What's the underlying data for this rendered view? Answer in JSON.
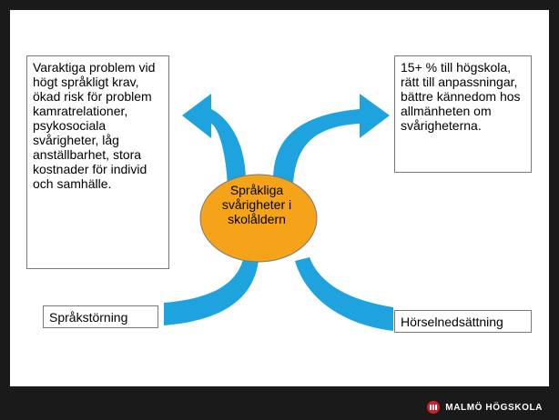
{
  "center": {
    "label": "Språkliga svårigheter i skolåldern"
  },
  "boxes": {
    "top_left": "Varaktiga problem vid högt språkligt krav, ökad risk för problem kamratrelationer, psykosociala svårigheter, låg anställbarhet, stora kostnader för individ och samhälle.",
    "top_right": "15+ % till högskola, rätt till anpassningar, bättre kännedom hos allmänheten om svårigheterna.",
    "bottom_left": "Språkstörning",
    "bottom_right": "Hörselnedsättning"
  },
  "footer": {
    "logo_text": "MALMÖ HÖGSKOLA"
  },
  "colors": {
    "arrow": "#1fa3df",
    "center_fill": "#f5a318",
    "logo_accent": "#d11f2a",
    "frame": "#1a1a1a"
  }
}
